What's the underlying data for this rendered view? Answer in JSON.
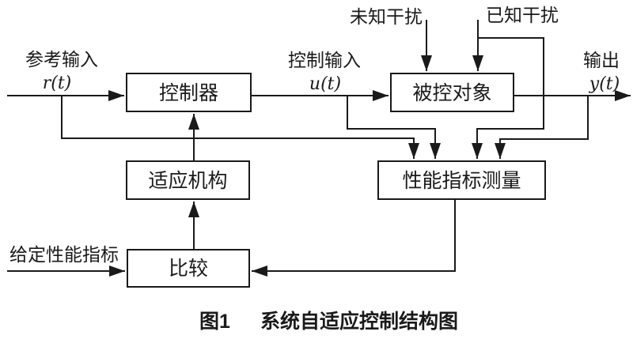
{
  "figure": {
    "caption_number": "图1",
    "caption_title": "系统自适应控制结构图"
  },
  "blocks": {
    "controller": "控制器",
    "plant": "被控对象",
    "adaptation": "适应机构",
    "performance": "性能指标测量",
    "comparison": "比较"
  },
  "signals": {
    "reference_label": "参考输入",
    "reference_math": "r(t)",
    "control_label": "控制输入",
    "control_math": "u(t)",
    "output_label": "输出",
    "output_math": "y(t)",
    "unknown_disturbance": "未知干扰",
    "known_disturbance": "已知干扰",
    "given_performance": "给定性能指标"
  },
  "colors": {
    "line": "#1a1a1a",
    "background": "#ffffff"
  }
}
